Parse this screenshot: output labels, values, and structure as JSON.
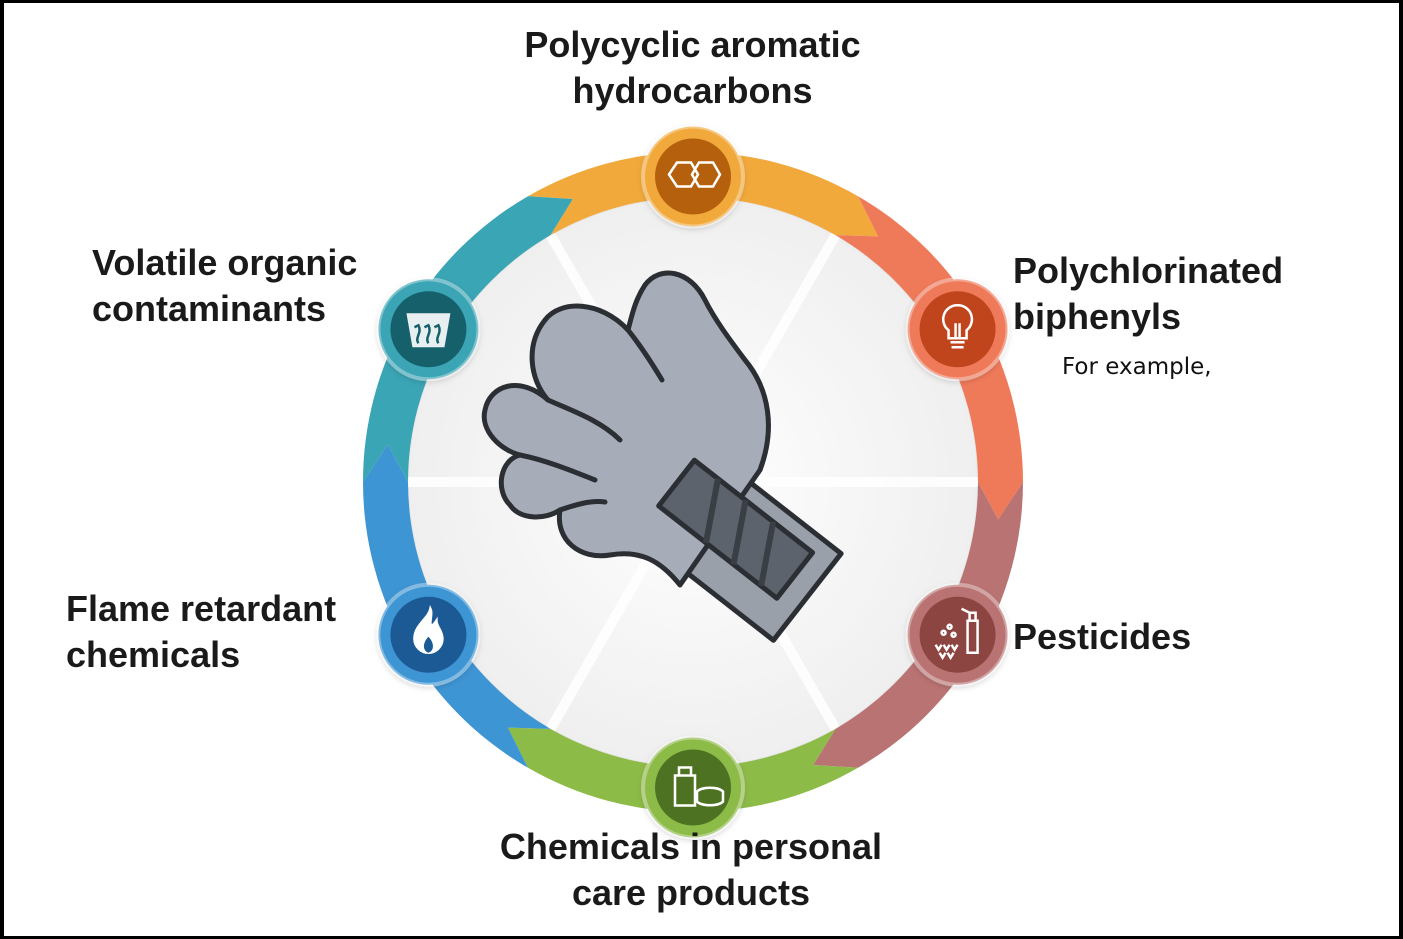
{
  "categories": [
    {
      "id": "pah",
      "lines": [
        "Polycyclic aromatic",
        "hydrocarbons"
      ],
      "color": "#f2a93b",
      "icon_bg": "#b5600f",
      "icon": "hexagon-rings-icon"
    },
    {
      "id": "pcb",
      "lines": [
        "Polychlorinated",
        "biphenyls"
      ],
      "color": "#ef7a5a",
      "icon_bg": "#c0451f",
      "icon": "lightbulb-icon"
    },
    {
      "id": "pest",
      "lines": [
        "Pesticides"
      ],
      "color": "#b97372",
      "icon_bg": "#8c4541",
      "icon": "sprayer-icon"
    },
    {
      "id": "pcp",
      "lines": [
        "Chemicals in personal",
        "care products"
      ],
      "color": "#8dbb47",
      "icon_bg": "#4d7324",
      "icon": "cosmetics-icon"
    },
    {
      "id": "flame",
      "lines": [
        "Flame retardant",
        "chemicals"
      ],
      "color": "#3e95d3",
      "icon_bg": "#1b5a95",
      "icon": "flame-icon"
    },
    {
      "id": "voc",
      "lines": [
        "Volatile organic",
        "contaminants"
      ],
      "color": "#3aa5b5",
      "icon_bg": "#17606c",
      "icon": "vapor-icon"
    }
  ],
  "note": "For example,",
  "center_icon": "gloved-hand-icon"
}
